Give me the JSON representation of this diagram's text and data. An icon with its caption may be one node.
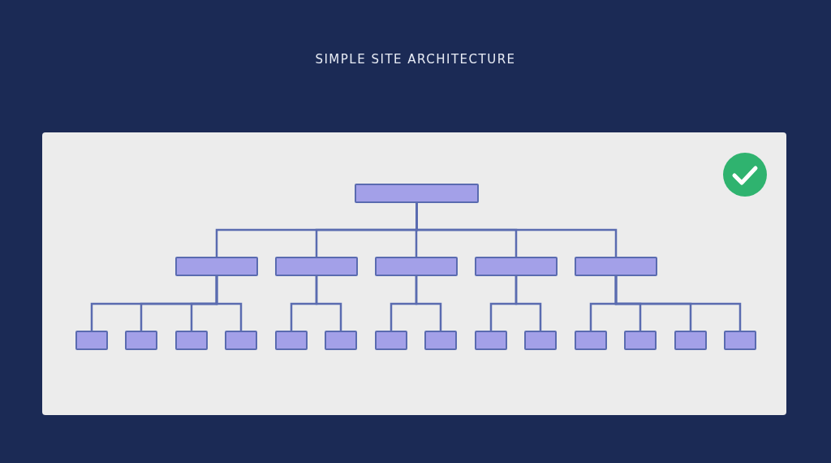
{
  "diagram": {
    "title": "SIMPLE SITE ARCHITECTURE",
    "nodes": [
      {
        "text": [],
        "shape": "box"
      },
      {
        "text": [],
        "shape": "box"
      },
      {
        "text": [],
        "shape": "box"
      },
      {
        "text": [],
        "shape": "box"
      },
      {
        "text": [],
        "shape": "box"
      },
      {
        "text": [],
        "shape": "box"
      },
      {
        "text": [],
        "shape": "box"
      },
      {
        "text": [],
        "shape": "box"
      },
      {
        "text": [],
        "shape": "box"
      },
      {
        "text": [],
        "shape": "box"
      },
      {
        "text": [],
        "shape": "box"
      },
      {
        "text": [],
        "shape": "box"
      },
      {
        "text": [],
        "shape": "box"
      },
      {
        "text": [],
        "shape": "box"
      },
      {
        "text": [],
        "shape": "box"
      },
      {
        "text": [],
        "shape": "box"
      },
      {
        "text": [],
        "shape": "box"
      },
      {
        "text": [],
        "shape": "box"
      },
      {
        "text": [],
        "shape": "box"
      },
      {
        "text": [],
        "shape": "box"
      }
    ],
    "edges": [
      {
        "from": 0,
        "to": 1,
        "arrow": "none"
      },
      {
        "from": 0,
        "to": 2,
        "arrow": "none"
      },
      {
        "from": 0,
        "to": 3,
        "arrow": "none"
      },
      {
        "from": 0,
        "to": 4,
        "arrow": "none"
      },
      {
        "from": 0,
        "to": 5,
        "arrow": "none"
      },
      {
        "from": 1,
        "to": 6,
        "arrow": "none"
      },
      {
        "from": 1,
        "to": 7,
        "arrow": "none"
      },
      {
        "from": 1,
        "to": 8,
        "arrow": "none"
      },
      {
        "from": 1,
        "to": 9,
        "arrow": "none"
      },
      {
        "from": 2,
        "to": 10,
        "arrow": "none"
      },
      {
        "from": 2,
        "to": 11,
        "arrow": "none"
      },
      {
        "from": 3,
        "to": 12,
        "arrow": "none"
      },
      {
        "from": 3,
        "to": 13,
        "arrow": "none"
      },
      {
        "from": 4,
        "to": 14,
        "arrow": "none"
      },
      {
        "from": 4,
        "to": 15,
        "arrow": "none"
      },
      {
        "from": 5,
        "to": 16,
        "arrow": "none"
      },
      {
        "from": 5,
        "to": 17,
        "arrow": "none"
      },
      {
        "from": 5,
        "to": 18,
        "arrow": "none"
      },
      {
        "from": 5,
        "to": 19,
        "arrow": "none"
      }
    ]
  }
}
